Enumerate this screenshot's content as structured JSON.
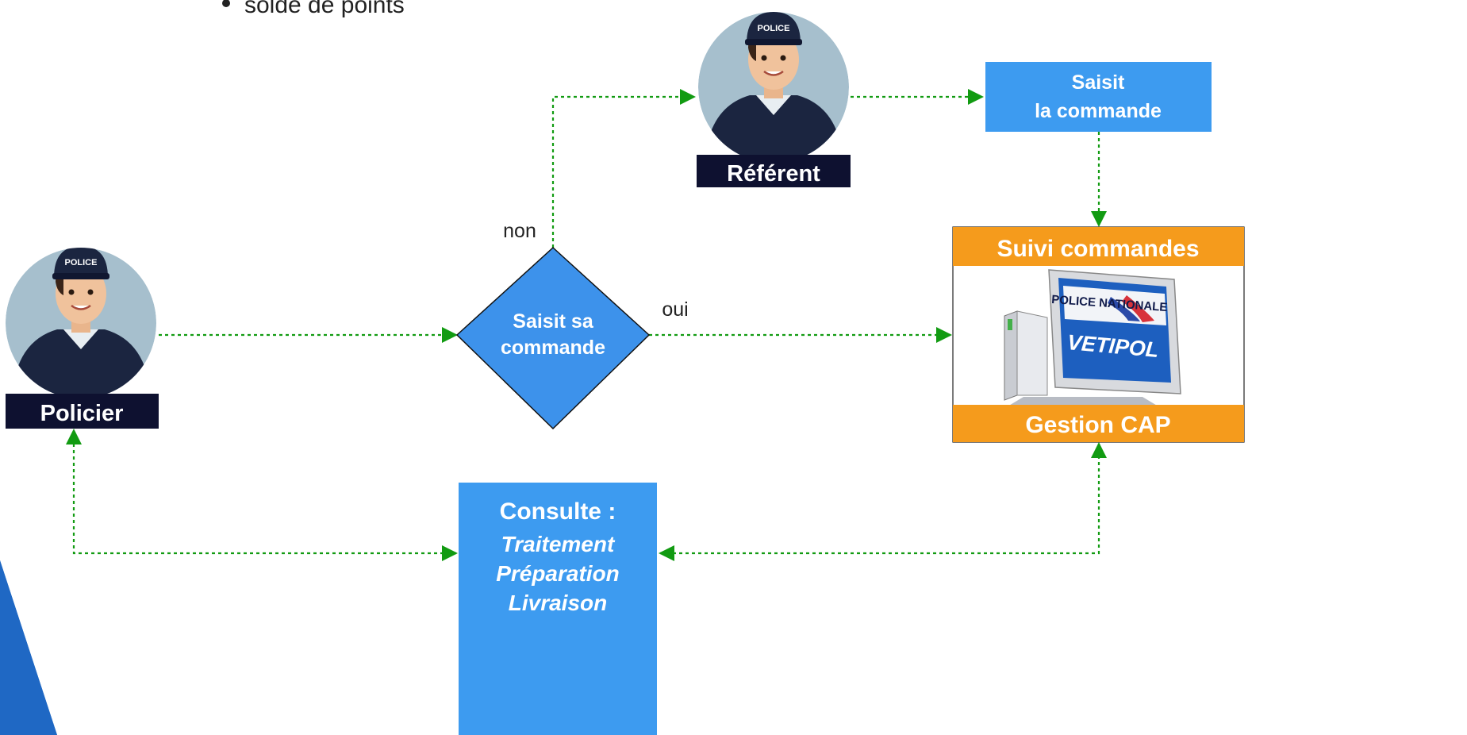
{
  "top_bullet": "solde de points",
  "actors": {
    "policier": {
      "label": "Policier",
      "cap_text": "POLICE"
    },
    "referent": {
      "label": "Référent",
      "cap_text": "POLICE"
    }
  },
  "decision": {
    "line1": "Saisit sa",
    "line2": "commande",
    "no_label": "non",
    "yes_label": "oui"
  },
  "referent_action": {
    "line1": "Saisit",
    "line2": "la commande"
  },
  "system": {
    "top_label": "Suivi commandes",
    "bottom_label": "Gestion CAP",
    "screen_brand": "POLICE NATIONALE",
    "screen_title": "VETIPOL"
  },
  "consult": {
    "title": "Consulte :",
    "items": [
      "Traitement",
      "Préparation",
      "Livraison"
    ]
  },
  "colors": {
    "box_blue": "#3d9bf0",
    "decision_blue": "#3d92eb",
    "orange": "#f59b1c",
    "navy": "#0e1130",
    "arrow_green": "#129b12",
    "corner_blue": "#1f68c4"
  }
}
